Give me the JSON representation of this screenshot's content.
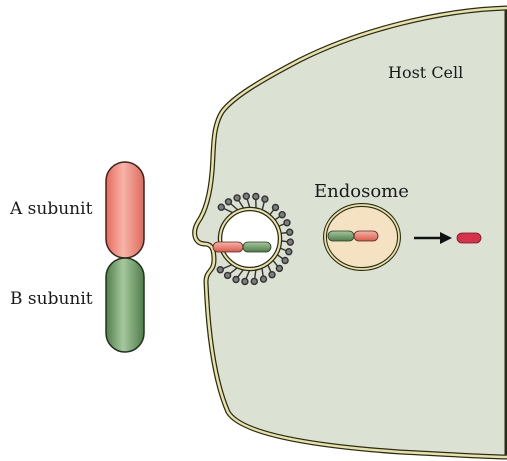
{
  "labels": {
    "host_cell": "Host Cell",
    "endosome": "Endosome",
    "a_subunit": "A subunit",
    "b_subunit": "B subunit"
  },
  "colors": {
    "cell_fill": "#dbe2d4",
    "membrane": "#e9e3a3",
    "membrane_outline": "#2b2b1a",
    "a_subunit": "#e37a6e",
    "b_subunit": "#6f9a67",
    "endosome_fill": "#f4e2c2",
    "released_a_chain": "#d8324a",
    "arrow": "#111111"
  }
}
